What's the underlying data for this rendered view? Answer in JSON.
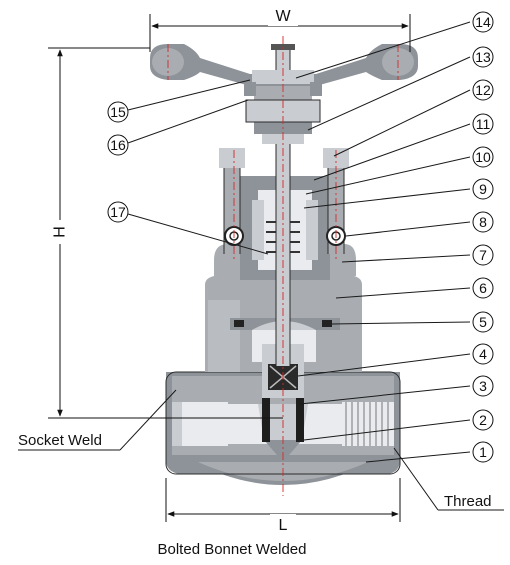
{
  "dimensions": {
    "width_label": "W",
    "height_label": "H",
    "length_label": "L"
  },
  "end_labels": {
    "left": "Socket Weld",
    "right": "Thread"
  },
  "caption": "Bolted Bonnet Welded",
  "callouts": [
    "1",
    "2",
    "3",
    "4",
    "5",
    "6",
    "7",
    "8",
    "9",
    "10",
    "11",
    "12",
    "13",
    "14",
    "15",
    "16",
    "17"
  ]
}
